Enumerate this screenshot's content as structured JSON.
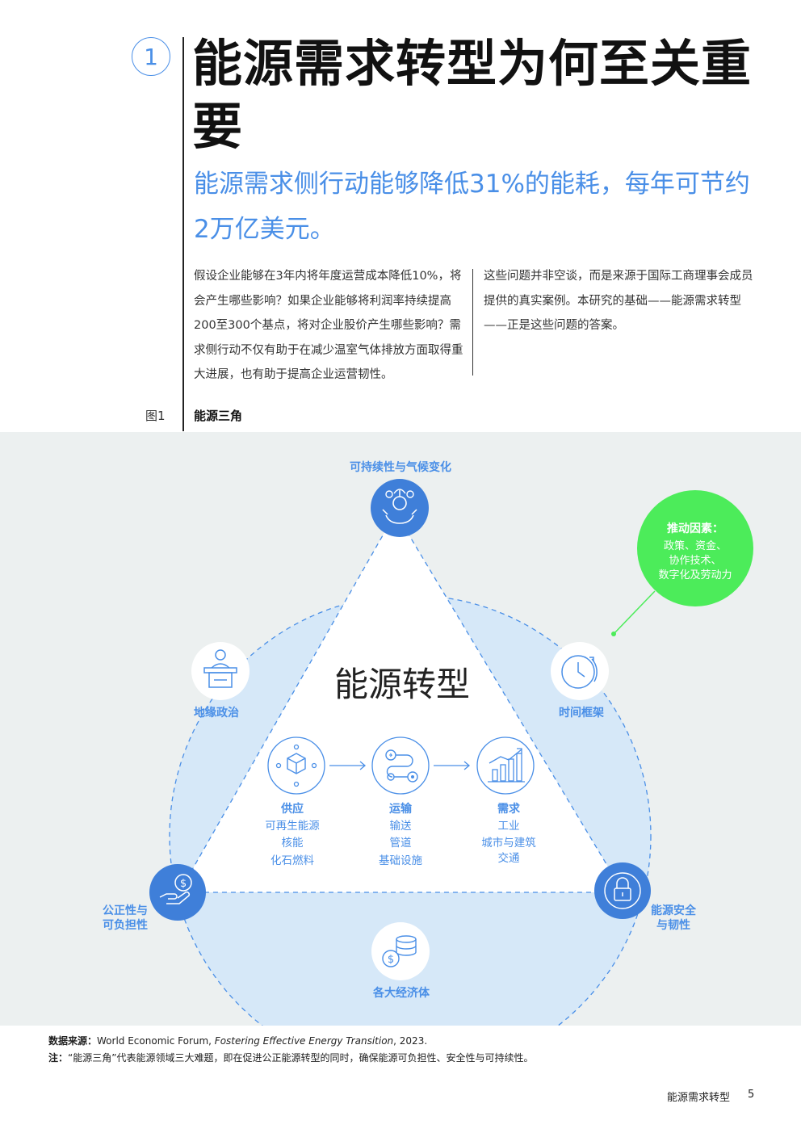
{
  "chapter": {
    "number": "1",
    "title": "能源需求转型为何至关重要",
    "subtitle": "能源需求侧行动能够降低31%的能耗，每年可节约2万亿美元。"
  },
  "body": {
    "para1": "假设企业能够在3年内将年度运营成本降低10%，将会产生哪些影响？如果企业能够将利润率持续提高200至300个基点，将对企业股价产生哪些影响？需求侧行动不仅有助于在减少温室气体排放方面取得重大进展，也有助于提高企业运营韧性。",
    "para2": "这些问题并非空谈，而是来源于国际工商理事会成员提供的真实案例。本研究的基础——能源需求转型——正是这些问题的答案。"
  },
  "figure": {
    "label": "图1",
    "title": "能源三角"
  },
  "diagram": {
    "center_title": "能源转型",
    "nodes": {
      "top": "可持续性与气候变化",
      "left_upper": "地缘政治",
      "right_upper": "时间框架",
      "bottom_left_1": "公正性与",
      "bottom_left_2": "可负担性",
      "bottom_right_1": "能源安全",
      "bottom_right_2": "与韧性",
      "bottom": "各大经济体"
    },
    "drivers": {
      "title": "推动因素：",
      "line1": "政策、资金、",
      "line2": "协作技术、",
      "line3": "数字化及劳动力"
    },
    "chain": [
      {
        "title": "供应",
        "items": [
          "可再生能源",
          "核能",
          "化石燃料"
        ]
      },
      {
        "title": "运输",
        "items": [
          "输送",
          "管道",
          "基础设施"
        ]
      },
      {
        "title": "需求",
        "items": [
          "工业",
          "城市与建筑",
          "交通"
        ]
      }
    ],
    "colors": {
      "accent": "#4a8fe7",
      "dark_blue": "#3f7fd9",
      "light_blue": "#d6e8f8",
      "green": "#4cec5a",
      "background": "#ecf0f0"
    },
    "icons": [
      "plant-hands-icon",
      "podium-icon",
      "clock-icon",
      "coin-hand-icon",
      "lock-icon",
      "coins-icon",
      "box-network-icon",
      "route-icon",
      "bar-chart-icon"
    ]
  },
  "notes": {
    "source_label": "数据来源：",
    "source_text": "World Economic Forum, ",
    "source_title": "Fostering Effective Energy Transition",
    "source_year": ", 2023.",
    "note_label": "注：",
    "note_text": "“能源三角”代表能源领域三大难题，即在促进公正能源转型的同时，确保能源可负担性、安全性与可持续性。"
  },
  "footer": {
    "text": "能源需求转型",
    "page": "5"
  }
}
